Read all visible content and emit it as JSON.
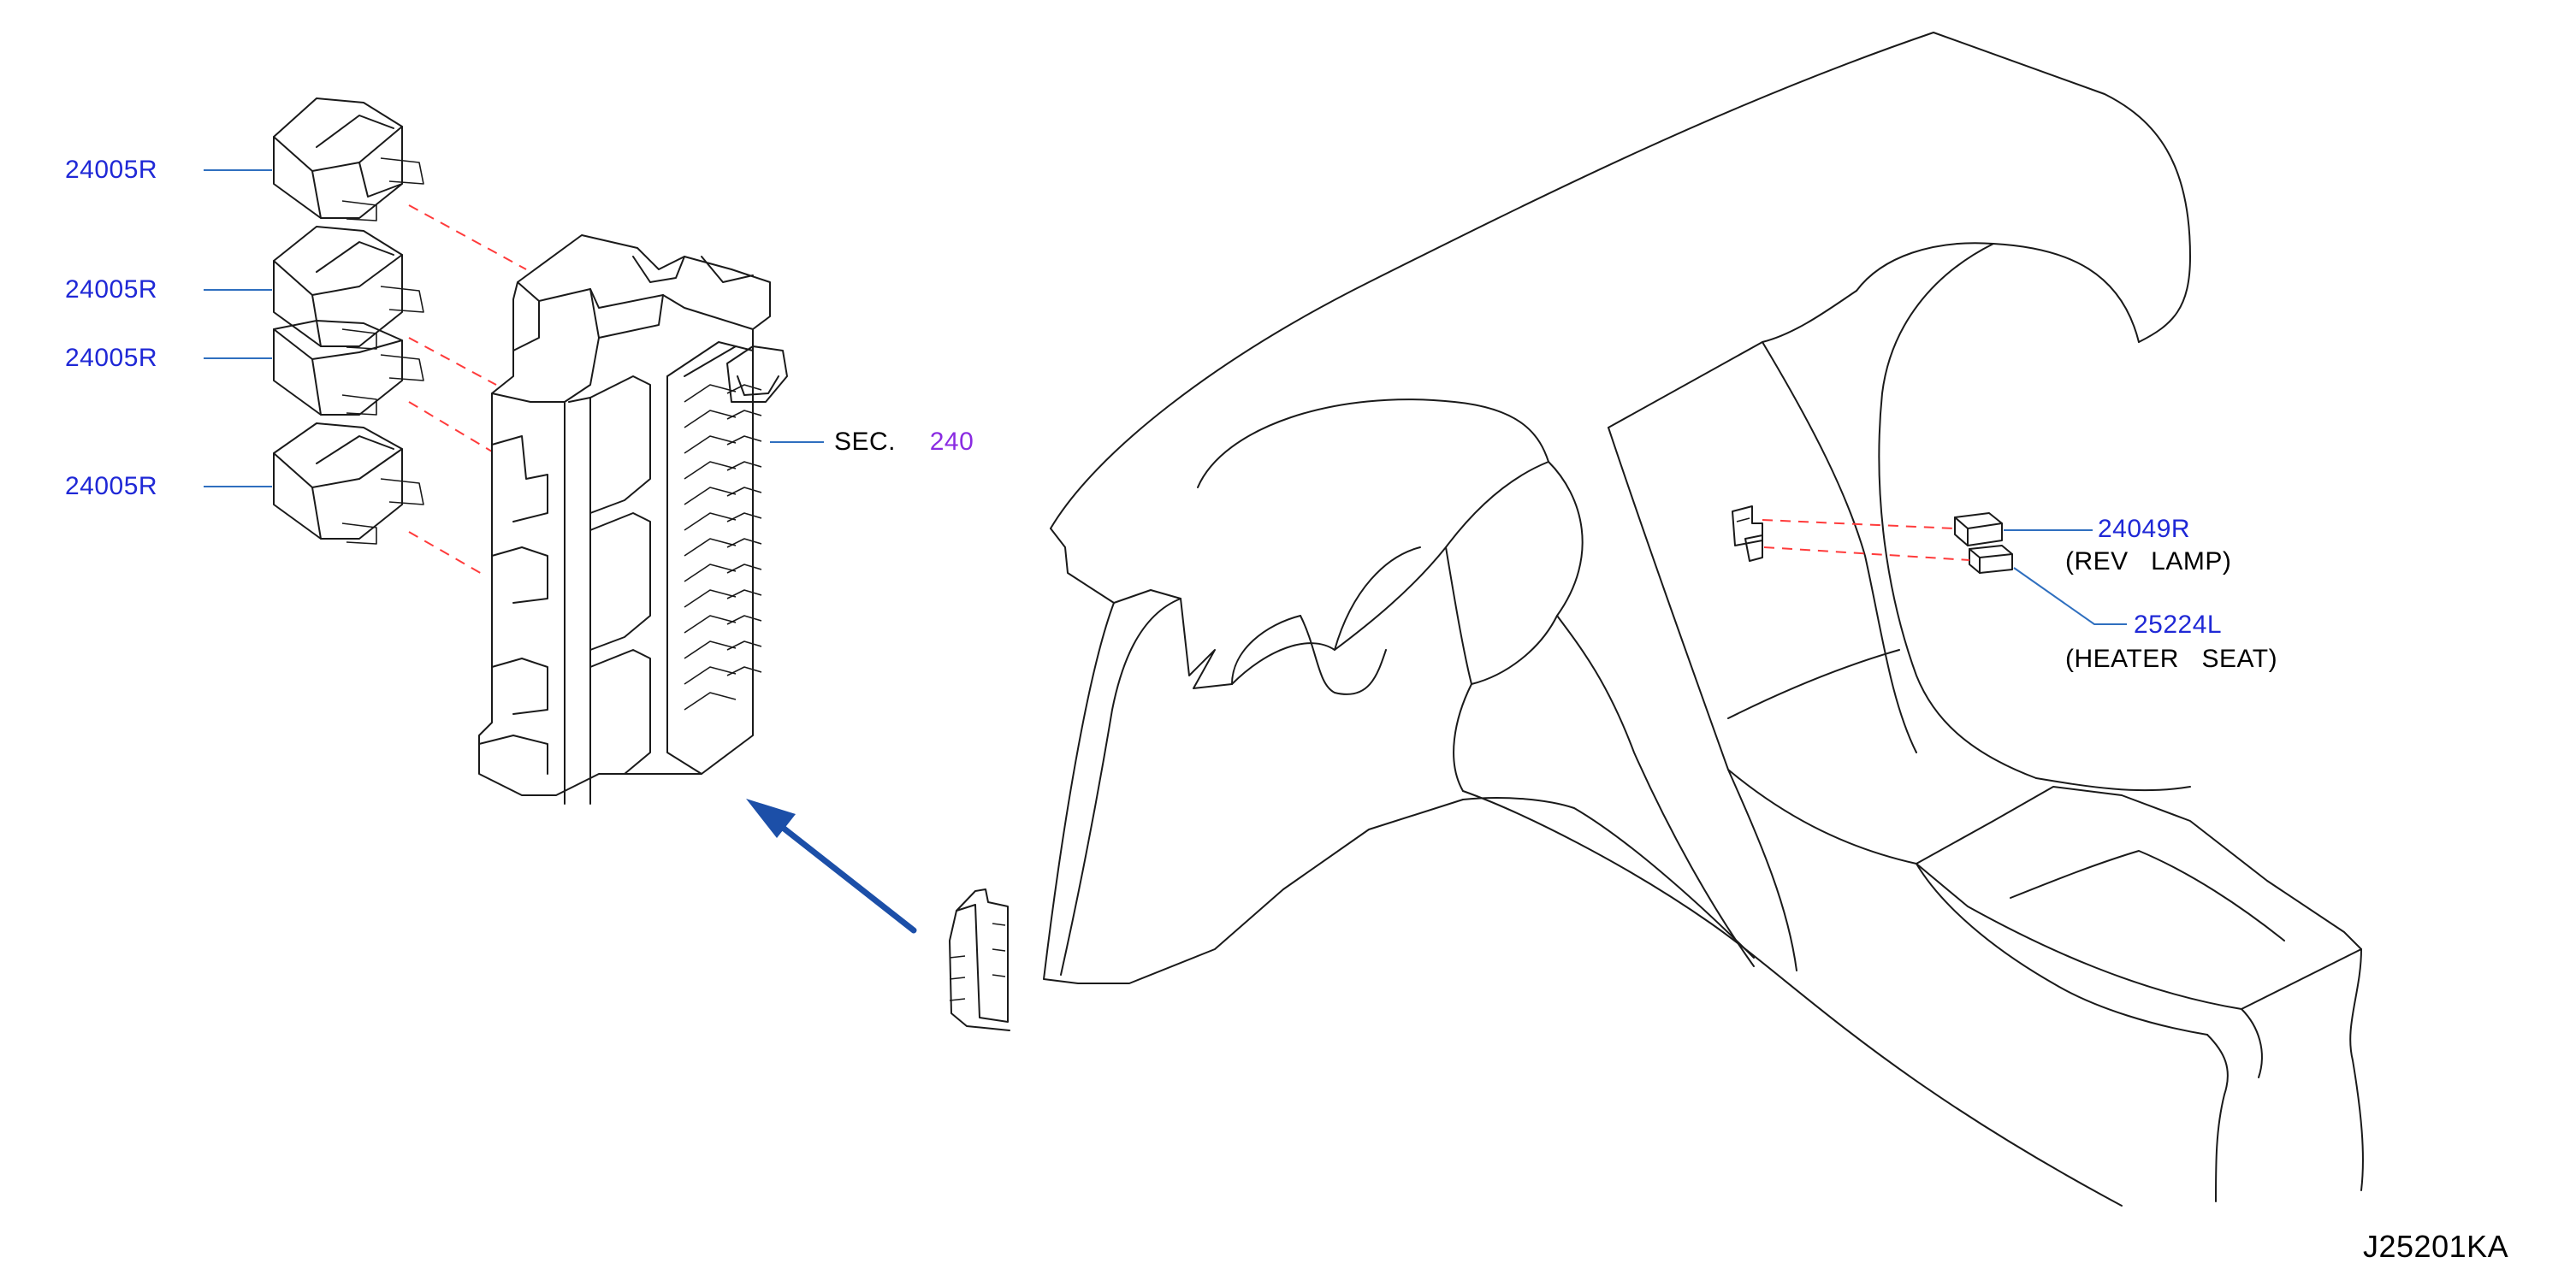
{
  "colors": {
    "part_number": "#1f28d6",
    "section_number": "#8a2be2",
    "leader_line": "#2f6fbf",
    "dashed_line": "#ff3b3b",
    "arrow": "#1c4fa8",
    "linework": "#1a1a1a"
  },
  "callouts": {
    "relay_1": "24005R",
    "relay_2": "24005R",
    "relay_3": "24005R",
    "relay_4": "24005R",
    "sec_prefix": "SEC.",
    "sec_number": "240",
    "rev_lamp_part": "24049R",
    "rev_lamp_desc": "(REV   LAMP)",
    "heater_seat_part": "25224L",
    "heater_seat_desc": "(HEATER   SEAT)"
  },
  "diagram_code": "J25201KA"
}
